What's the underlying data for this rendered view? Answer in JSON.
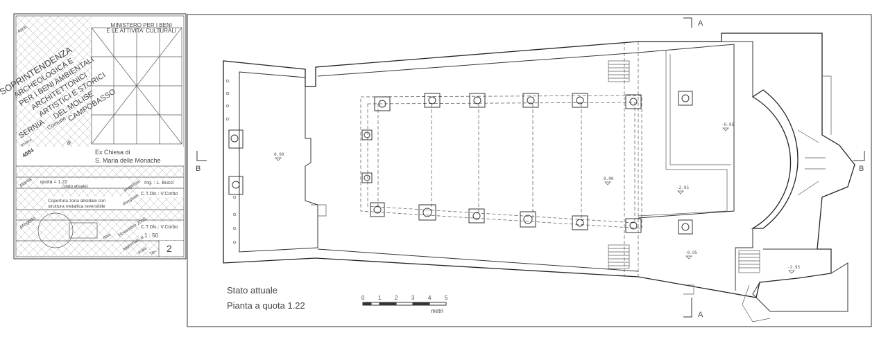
{
  "cartiglio": {
    "ministry": [
      "MINISTERO PER I BENI",
      "E LE ATTIVITA' CULTURALI"
    ],
    "corner_label": "Arch.",
    "soprintendenza": [
      "SOPRINTENDENZA",
      "ARCHEOLOGICA E",
      "PER I BENI AMBIENTALI",
      "ARCHITETTONICI",
      "ARTISTICI E STORICI",
      "DEL MOLISE",
      "CAMPOBASSO"
    ],
    "comune_label": "Comune",
    "comune_value": "SERNIA",
    "di_label": "di",
    "inventory_label": "Invent.",
    "inventory_value": "4084",
    "subject_line1": "Ex Chiesa di",
    "subject_line2": "S. Maria delle Monache",
    "pianta_label": "pianta",
    "quota_value": "quota = 1.22",
    "stato_value": "(stato attuale)",
    "progettato_label": "progettato",
    "progettato_value": "Ing. : L. Bucci",
    "disegnato_label": "disegnato",
    "disegnato_value": "C.T.Dis.: V.Corbo",
    "progetto_label": "progetto",
    "progetto_line1": "Copertura zona absidale con",
    "progetto_line2": "struttura metallica reversibile",
    "data_label": "data",
    "data_value": "Novembre 2000",
    "aggiornato_label": "aggiornato al",
    "ctdis_value2": "C.T.Dis.: V.Corbo",
    "scala_label": "scala",
    "scala_value": "1 : 50",
    "tav_label": "Tav.",
    "tav_value": "2"
  },
  "plan": {
    "section_A_top": "A",
    "section_A_bottom": "A",
    "section_B_left": "B",
    "section_B_right": "B",
    "levels": [
      "0.00",
      "0.00",
      "-0.95",
      "-2.95",
      "-0.95",
      "-2.95"
    ],
    "title_line1": "Stato attuale",
    "title_line2": "Pianta  a quota 1.22",
    "scale_ticks": [
      "0",
      "1",
      "2",
      "3",
      "4",
      "5"
    ],
    "scale_unit": "metri"
  }
}
